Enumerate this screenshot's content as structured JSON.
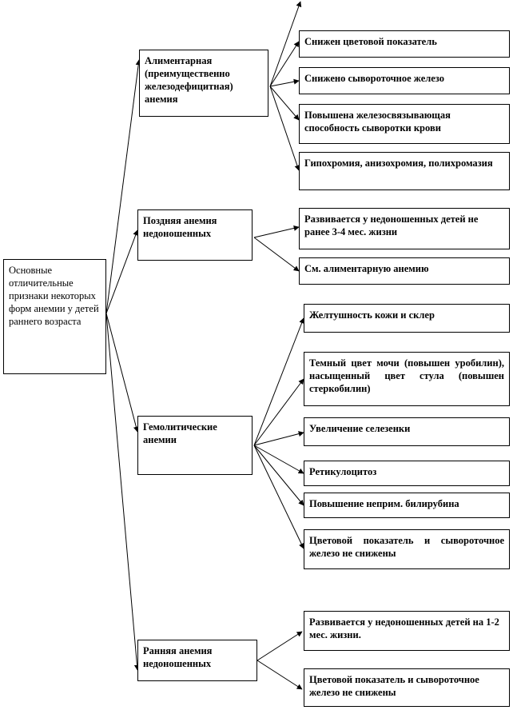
{
  "root": {
    "label": "Основные отличительные признаки некоторых форм анемии у детей раннего возраста"
  },
  "categories": [
    {
      "label": "Алиментарная (преимущественно железодефицитная) анемия",
      "features": [
        "Снижен цветовой показатель",
        "Снижено сывороточное железо",
        "Повышена железосвязывающая способность сыворотки крови",
        "Гипохромия, анизохромия, полихромазия"
      ]
    },
    {
      "label": "Поздняя анемия недоношенных",
      "features": [
        "Развивается у недоношенных детей не ранее 3-4 мес. жизни",
        "См. алиментарную анемию"
      ]
    },
    {
      "label": "Гемолитические анемии",
      "features": [
        "Желтушность кожи и склер",
        "Темный цвет мочи (повышен уробилин), насыщенный цвет стула (повышен стеркобилин)",
        "Увеличение селезенки",
        "Ретикулоцитоз",
        "Повышение неприм. билирубина",
        "Цветовой показатель и сывороточное железо не снижены"
      ]
    },
    {
      "label": "Ранняя анемия недоношенных",
      "features": [
        "Развивается у недоношенных детей на 1-2 мес. жизни.",
        "Цветовой показатель и сывороточное железо не снижены"
      ]
    }
  ]
}
